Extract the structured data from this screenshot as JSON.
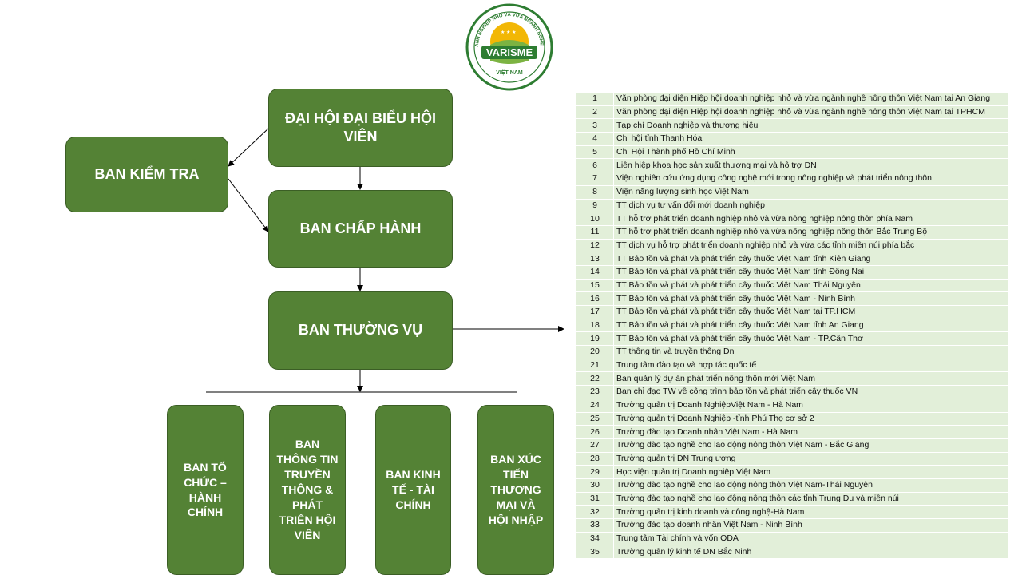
{
  "logo": {
    "arc_text": "HIỆP HỘI DOANH NGHIỆP NHỎ VÀ VỪA NGÀNH NGHỀ NÔNG THÔN",
    "name": "VARISME",
    "country": "VIỆT NAM",
    "colors": {
      "ring": "#2e7d32",
      "banner": "#2e7d32",
      "sun": "#f2b705"
    }
  },
  "nodes": {
    "dai_hoi": "ĐẠI HỘI ĐẠI BIỂU HỘI VIÊN",
    "ban_kiem_tra": "BAN KIỂM TRA",
    "ban_chap_hanh": "BAN CHẤP HÀNH",
    "ban_thuong_vu": "BAN THƯỜNG VỤ",
    "ban_to_chuc": "BAN TỔ CHỨC – HÀNH CHÍNH",
    "ban_thong_tin": "BAN THÔNG TIN TRUYỀN THÔNG & PHÁT TRIỂN HỘI VIÊN",
    "ban_kinh_te": "BAN KINH TẾ - TÀI CHÍNH",
    "ban_xuc_tien": "BAN XÚC TIẾN THƯƠNG MẠI VÀ HỘI NHẬP"
  },
  "colors": {
    "box_fill": "#548235",
    "table_row": "#e2efd9",
    "line": "#000000"
  },
  "units": [
    {
      "no": "1",
      "name": "Văn phòng đại diện Hiệp hội doanh nghiệp nhỏ và vừa ngành nghề nông thôn Việt Nam tại An Giang"
    },
    {
      "no": "2",
      "name": "Văn phòng đại diện Hiệp hội doanh nghiệp nhỏ và vừa ngành nghề nông thôn Việt Nam tại TPHCM"
    },
    {
      "no": "3",
      "name": "Tạp chí Doanh nghiệp và thương hiệu"
    },
    {
      "no": "4",
      "name": "Chi hội tỉnh Thanh Hóa"
    },
    {
      "no": "5",
      "name": "Chi Hội Thành phố Hồ Chí Minh"
    },
    {
      "no": "6",
      "name": "Liên hiệp khoa học sản xuất thương mại và hỗ trợ DN"
    },
    {
      "no": "7",
      "name": "Viện nghiên cứu ứng dụng  công nghệ mới trong nông nghiệp và phát triển nông thôn"
    },
    {
      "no": "8",
      "name": "Viện năng lượng sinh học Việt Nam"
    },
    {
      "no": "9",
      "name": "TT dịch vụ tư vấn đổi mới doanh nghiệp"
    },
    {
      "no": "10",
      "name": "TT hỗ trợ phát triển doanh nghiệp nhỏ và vừa nông nghiệp nông thôn phía Nam"
    },
    {
      "no": "11",
      "name": "TT hỗ trợ phát triển doanh nghiệp nhỏ và vừa nông nghiệp nông thôn Bắc Trung Bộ"
    },
    {
      "no": "12",
      "name": "TT dịch vụ hỗ trợ phát triển doanh nghiệp nhỏ và vừa các tỉnh miền núi phía bắc"
    },
    {
      "no": "13",
      "name": "TT Bảo tồn và phát và phát triển cây thuốc Việt Nam tỉnh Kiên Giang"
    },
    {
      "no": "14",
      "name": "TT Bảo tồn và phát và phát triển cây thuốc Việt Nam tỉnh Đồng Nai"
    },
    {
      "no": "15",
      "name": "TT Bảo tồn và phát và phát triển cây thuốc Việt Nam Thái Nguyên"
    },
    {
      "no": "16",
      "name": "TT Bảo tồn và phát và phát triển cây thuốc Việt Nam - Ninh Bình"
    },
    {
      "no": "17",
      "name": "TT Bảo tồn và phát và phát triển cây thuốc Việt Nam tại TP.HCM"
    },
    {
      "no": "18",
      "name": "TT Bảo tồn và phát và phát triển cây thuốc Việt Nam tỉnh An Giang"
    },
    {
      "no": "19",
      "name": "TT Bảo tồn và phát và phát triển cây thuốc Việt Nam - TP.Cần Thơ"
    },
    {
      "no": "20",
      "name": "TT thông tin và truyền thông Dn"
    },
    {
      "no": "21",
      "name": "Trung  tâm đào tạo và hợp tác quốc tế"
    },
    {
      "no": "22",
      "name": "Ban quản lý dự án phát triển nông thôn mới Việt Nam"
    },
    {
      "no": "23",
      "name": "Ban chỉ đạo TW về công trình bảo tồn và phát triển cây thuốc VN"
    },
    {
      "no": "24",
      "name": "Trường quản trị Doanh NghiệpViệt Nam - Hà Nam"
    },
    {
      "no": "25",
      "name": "Trường quản trị Doanh Nghiệp -tỉnh Phú Thọ cơ sở 2"
    },
    {
      "no": "26",
      "name": "Trường đào tạo Doanh nhân Việt Nam - Hà Nam"
    },
    {
      "no": "27",
      "name": "Trường đào tạo nghề cho lao động nông thôn Việt Nam - Bắc Giang"
    },
    {
      "no": "28",
      "name": "Trường quản trị DN Trung ương"
    },
    {
      "no": "29",
      "name": "Học viện quản trị Doanh nghiệp Việt Nam"
    },
    {
      "no": "30",
      "name": "Trường đào tạo nghề cho lao động nông thôn Việt Nam-Thái Nguyên"
    },
    {
      "no": "31",
      "name": "Trường đào tạo nghề cho lao động nông thôn các tỉnh Trung Du và miền núi"
    },
    {
      "no": "32",
      "name": "Trường quản trị kinh doanh và công nghệ-Hà Nam"
    },
    {
      "no": "33",
      "name": "Trường đào tạo doanh nhân Việt Nam - Ninh Bình"
    },
    {
      "no": "34",
      "name": "Trung tâm Tài chính và vốn ODA"
    },
    {
      "no": "35",
      "name": "Trường quản lý kinh tế DN Bắc Ninh"
    }
  ]
}
